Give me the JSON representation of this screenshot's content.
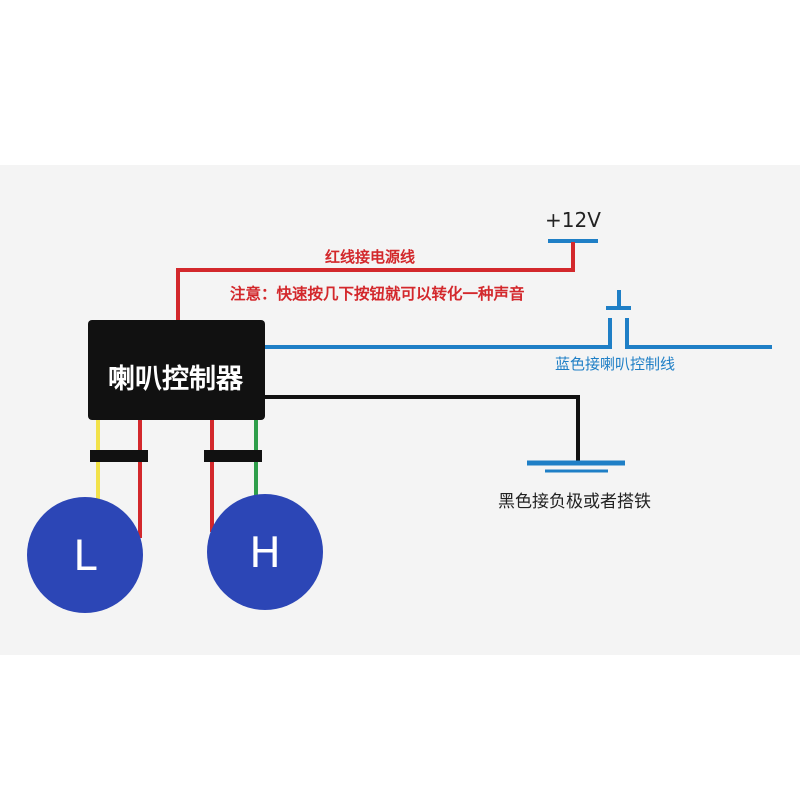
{
  "power": {
    "label": "+12V"
  },
  "red_wire": {
    "label": "红线接电源线",
    "note": "注意：快速按几下按钮就可以转化一种声音"
  },
  "controller": {
    "label": "喇叭控制器"
  },
  "blue_wire": {
    "label": "蓝色接喇叭控制线"
  },
  "black_wire": {
    "label": "黑色接负极或者搭铁"
  },
  "horns": [
    {
      "label": "L"
    },
    {
      "label": "H"
    }
  ],
  "colors": {
    "panel": "#f4f4f4",
    "red": "#d3282c",
    "blue_wire": "#1f7fc6",
    "circle_blue": "#2c46b6",
    "black": "#111111",
    "yellow": "#f2e24a",
    "green": "#2e9e4a",
    "text_dark": "#222222",
    "white": "#ffffff"
  }
}
